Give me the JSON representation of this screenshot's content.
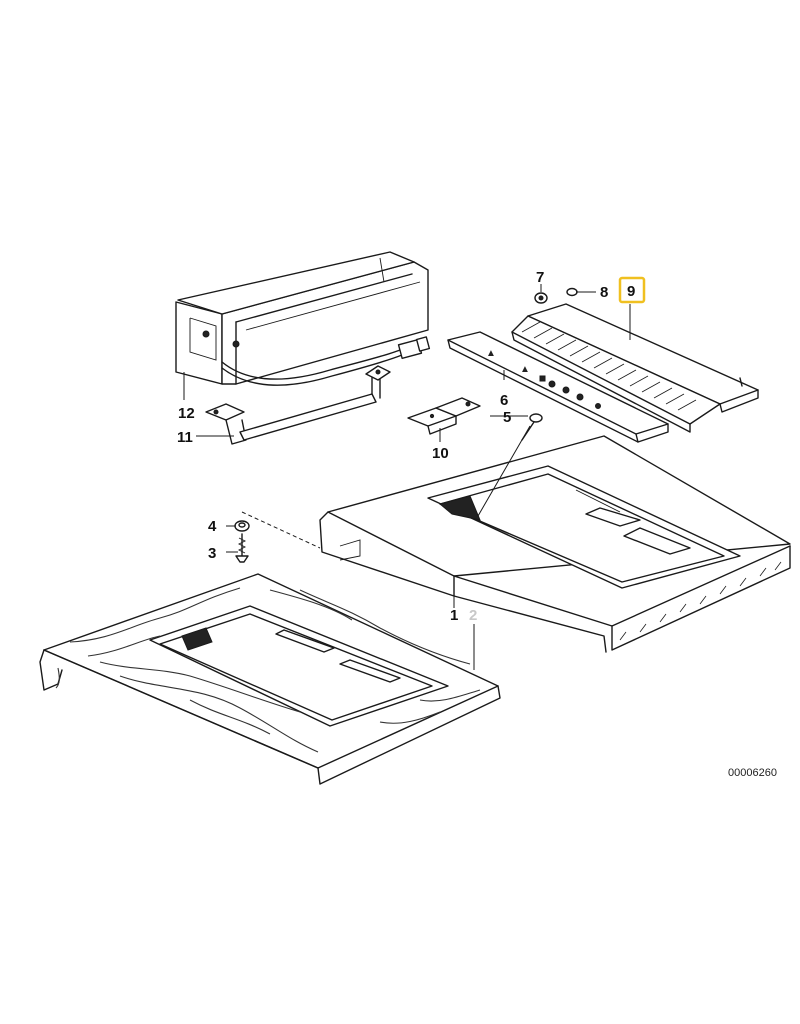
{
  "reference_number": "00006260",
  "highlight_color": "#f0c020",
  "callouts": [
    {
      "id": "1",
      "text": "1"
    },
    {
      "id": "2",
      "text": "2"
    },
    {
      "id": "3",
      "text": "3"
    },
    {
      "id": "4",
      "text": "4"
    },
    {
      "id": "5",
      "text": "5"
    },
    {
      "id": "6",
      "text": "6"
    },
    {
      "id": "7",
      "text": "7"
    },
    {
      "id": "8",
      "text": "8"
    },
    {
      "id": "9",
      "text": "9"
    },
    {
      "id": "10",
      "text": "10"
    },
    {
      "id": "11",
      "text": "11"
    },
    {
      "id": "12",
      "text": "12"
    }
  ],
  "highlighted_callout": "9",
  "faded_callout": "2"
}
